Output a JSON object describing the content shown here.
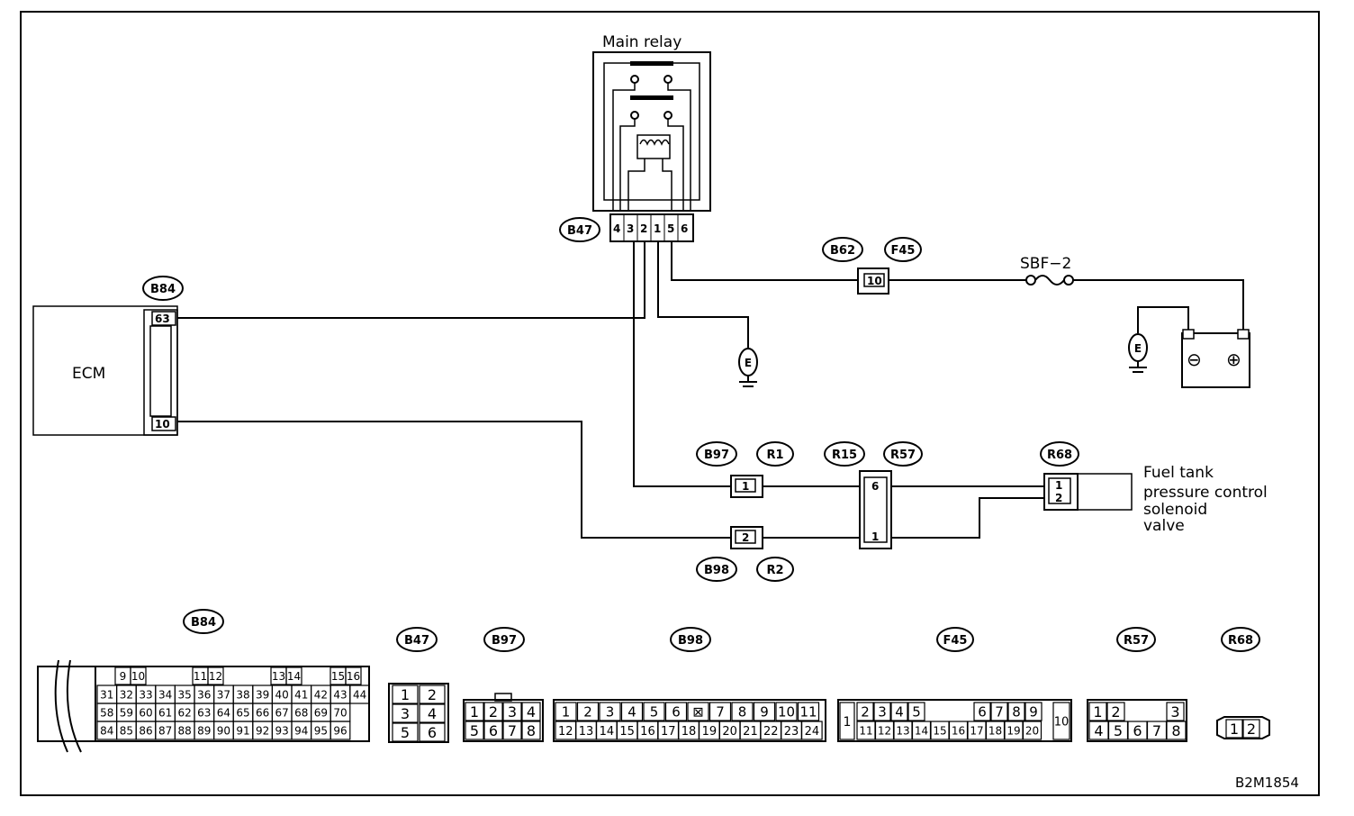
{
  "components": {
    "main_relay": "Main relay",
    "ecm": "ECM",
    "fuse": "SBF−2",
    "valve": [
      "Fuel tank",
      "pressure control",
      "solenoid",
      "valve"
    ]
  },
  "connector_tags": {
    "b47": "B47",
    "b84": "B84",
    "b62": "B62",
    "f45": "F45",
    "b97": "B97",
    "r1": "R1",
    "r15": "R15",
    "r57": "R57",
    "r68": "R68",
    "b98": "B98",
    "r2": "R2"
  },
  "pins": {
    "relay": [
      "4",
      "3",
      "2",
      "1",
      "5",
      "6"
    ],
    "ecm_63": "63",
    "ecm_10": "10",
    "b62_10": "10",
    "b97_1": "1",
    "b98_2": "2",
    "r15_6": "6",
    "r15_1": "1",
    "r68_1": "1",
    "r68_2": "2"
  },
  "ground_label": "E",
  "battery": {
    "minus": "⊖",
    "plus": "⊕"
  },
  "legend_tags": {
    "b84": "B84",
    "b47": "B47",
    "b97": "B97",
    "b98": "B98",
    "f45": "F45",
    "r57": "R57",
    "r68": "R68"
  },
  "connectors": {
    "b84": [
      [
        "9",
        "10",
        "11",
        "12",
        "13",
        "14",
        "15",
        "16"
      ],
      [
        "31",
        "32",
        "33",
        "34",
        "35",
        "36",
        "37",
        "38",
        "39",
        "40",
        "41",
        "42",
        "43",
        "44"
      ],
      [
        "58",
        "59",
        "60",
        "61",
        "62",
        "63",
        "64",
        "65",
        "66",
        "67",
        "68",
        "69",
        "70"
      ],
      [
        "84",
        "85",
        "86",
        "87",
        "88",
        "89",
        "90",
        "91",
        "92",
        "93",
        "94",
        "95",
        "96"
      ]
    ],
    "b47": [
      "1",
      "2",
      "3",
      "4",
      "5",
      "6"
    ],
    "b97": [
      "1",
      "2",
      "3",
      "4",
      "5",
      "6",
      "7",
      "8"
    ],
    "b98": [
      [
        "1",
        "2",
        "3",
        "4",
        "5",
        "6",
        "⊠",
        "7",
        "8",
        "9",
        "10",
        "11"
      ],
      [
        "12",
        "13",
        "14",
        "15",
        "16",
        "17",
        "18",
        "19",
        "20",
        "21",
        "22",
        "23",
        "24"
      ]
    ],
    "f45": {
      "left": "1",
      "top": [
        "2",
        "3",
        "4",
        "5",
        "6",
        "7",
        "8",
        "9"
      ],
      "bottom": [
        "11",
        "12",
        "13",
        "14",
        "15",
        "16",
        "17",
        "18",
        "19",
        "20"
      ],
      "right": "10"
    },
    "r57": {
      "top": [
        "1",
        "2",
        "3"
      ],
      "bottom": [
        "4",
        "5",
        "6",
        "7",
        "8"
      ]
    },
    "r68": [
      "1",
      "2"
    ]
  },
  "figure_code": "B2M1854"
}
